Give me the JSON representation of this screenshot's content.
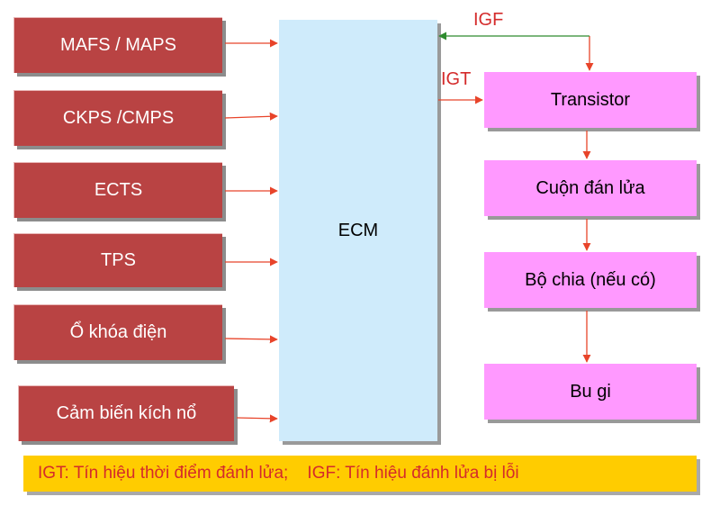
{
  "sensors": [
    {
      "label": "MAFS / MAPS"
    },
    {
      "label": "CKPS /CMPS"
    },
    {
      "label": "ECTS"
    },
    {
      "label": "TPS"
    },
    {
      "label": "Ổ khóa điện"
    },
    {
      "label": "Cảm biến kích nổ"
    }
  ],
  "ecm": {
    "label": "ECM"
  },
  "outputs": [
    {
      "label": "Transistor"
    },
    {
      "label": "Cuộn đán lửa"
    },
    {
      "label": "Bộ chia (nếu có)"
    },
    {
      "label": "Bu gi"
    }
  ],
  "signals": {
    "igf": "IGF",
    "igt": "IGT"
  },
  "legend": {
    "text": "IGT: Tín hiệu thời điểm đánh lửa;    IGF: Tín hiệu đánh lửa bị lỗi"
  },
  "colors": {
    "sensor_fill": "#b94343",
    "ecm_fill": "#cfebfb",
    "output_fill": "#ff99ff",
    "legend_fill": "#ffcc00",
    "arrow_red": "#e8442a",
    "arrow_green": "#2e8b2e",
    "label_red": "#d42b2b"
  }
}
